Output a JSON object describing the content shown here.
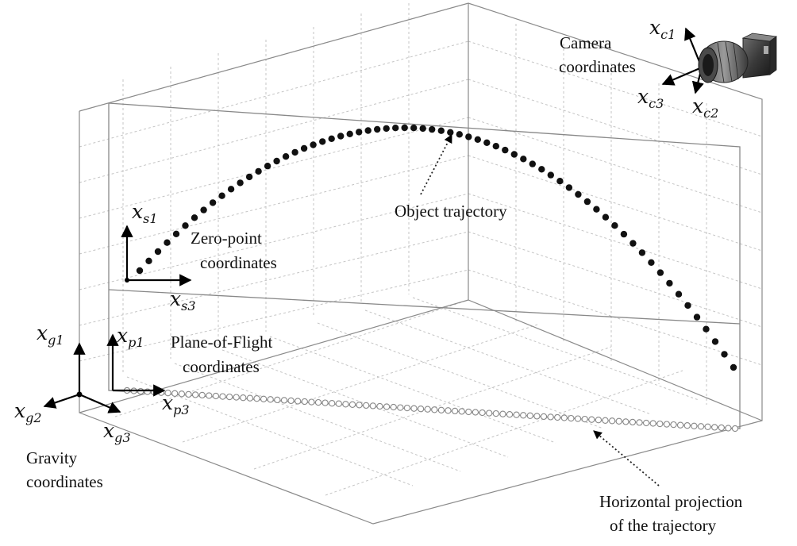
{
  "labels": {
    "camera_line1": "Camera",
    "camera_line2": "coordinates",
    "object_trajectory": "Object trajectory",
    "zero_point_line1": "Zero-point",
    "zero_point_line2": "coordinates",
    "plane_of_flight_line1": "Plane-of-Flight",
    "plane_of_flight_line2": "coordinates",
    "gravity_line1": "Gravity",
    "gravity_line2": "coordinates",
    "horizontal_line1": "Horizontal projection",
    "horizontal_line2": "of the trajectory"
  },
  "axes": {
    "camera": [
      {
        "base": "x",
        "sub": "c1"
      },
      {
        "base": "x",
        "sub": "c3"
      },
      {
        "base": "x",
        "sub": "c2"
      }
    ],
    "zero_point": [
      {
        "base": "x",
        "sub": "s1"
      },
      {
        "base": "x",
        "sub": "s3"
      }
    ],
    "plane_of_flight": [
      {
        "base": "x",
        "sub": "p1"
      },
      {
        "base": "x",
        "sub": "p3"
      }
    ],
    "gravity": [
      {
        "base": "x",
        "sub": "g1"
      },
      {
        "base": "x",
        "sub": "g2"
      },
      {
        "base": "x",
        "sub": "g3"
      }
    ]
  },
  "trajectory": {
    "point_count": 66,
    "projection_point_count": 90,
    "shape": "parabola"
  },
  "icons": {
    "camera": "camera-icon"
  },
  "colors": {
    "trajectory_points": "#111111",
    "projection_points": "#888888",
    "grid": "#c4c4c4"
  }
}
